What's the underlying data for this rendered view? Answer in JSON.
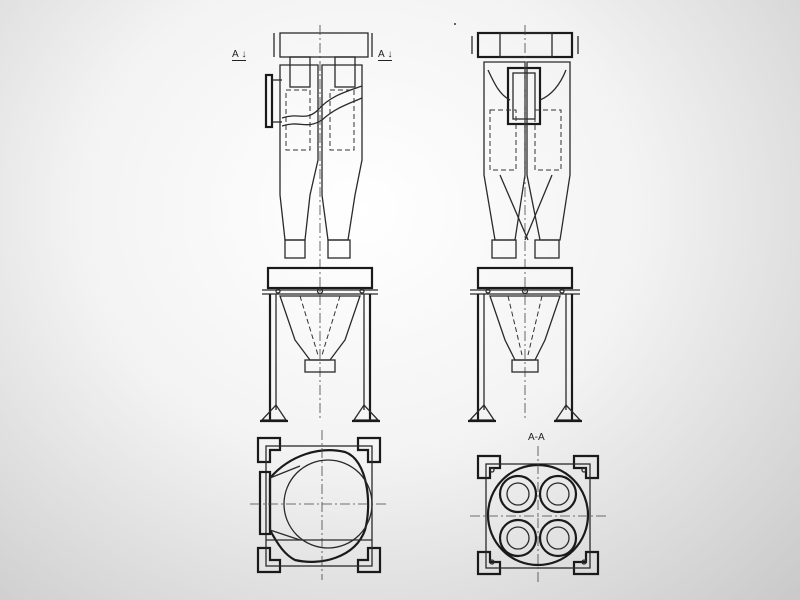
{
  "labels": {
    "section_left": "A",
    "section_right": "A",
    "section_view": "A-A"
  },
  "colors": {
    "line": "#2a2a2a",
    "background_center": "#ffffff",
    "background_edge": "#c9c9c9"
  }
}
